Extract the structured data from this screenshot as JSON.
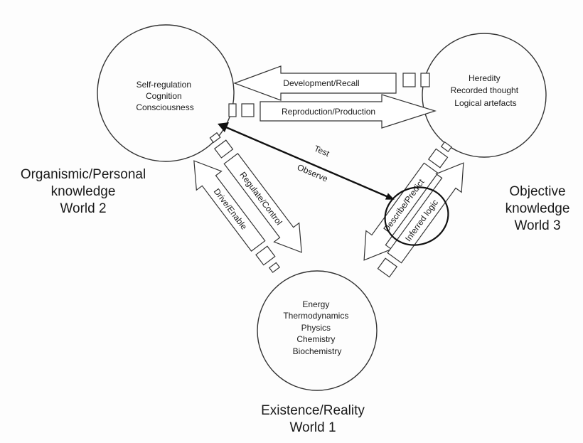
{
  "nodes": {
    "world2": {
      "lines": [
        "Self-regulation",
        "Cognition",
        "Consciousness"
      ]
    },
    "world3": {
      "lines": [
        "Heredity",
        "Recorded thought",
        "Logical  artefacts"
      ]
    },
    "world1": {
      "lines": [
        "Energy",
        "Thermodynamics",
        "Physics",
        "Chemistry",
        "Biochemistry"
      ]
    }
  },
  "labels": {
    "world2_title": [
      "Organismic/Personal",
      "knowledge",
      "World 2"
    ],
    "world3_title": [
      "Objective",
      "knowledge",
      "World 3"
    ],
    "world1_title": [
      "Existence/Reality",
      "World 1"
    ]
  },
  "arrows": {
    "development_recall": "Development/Recall",
    "reproduction_production": "Reproduction/Production",
    "regulate_control": "Regulate/Control",
    "drive_enable": "Drive/Enable",
    "describe_predict": "Describe/Predict",
    "inferred_logic": "Inferred logic",
    "test": "Test",
    "observe": "Observe"
  }
}
